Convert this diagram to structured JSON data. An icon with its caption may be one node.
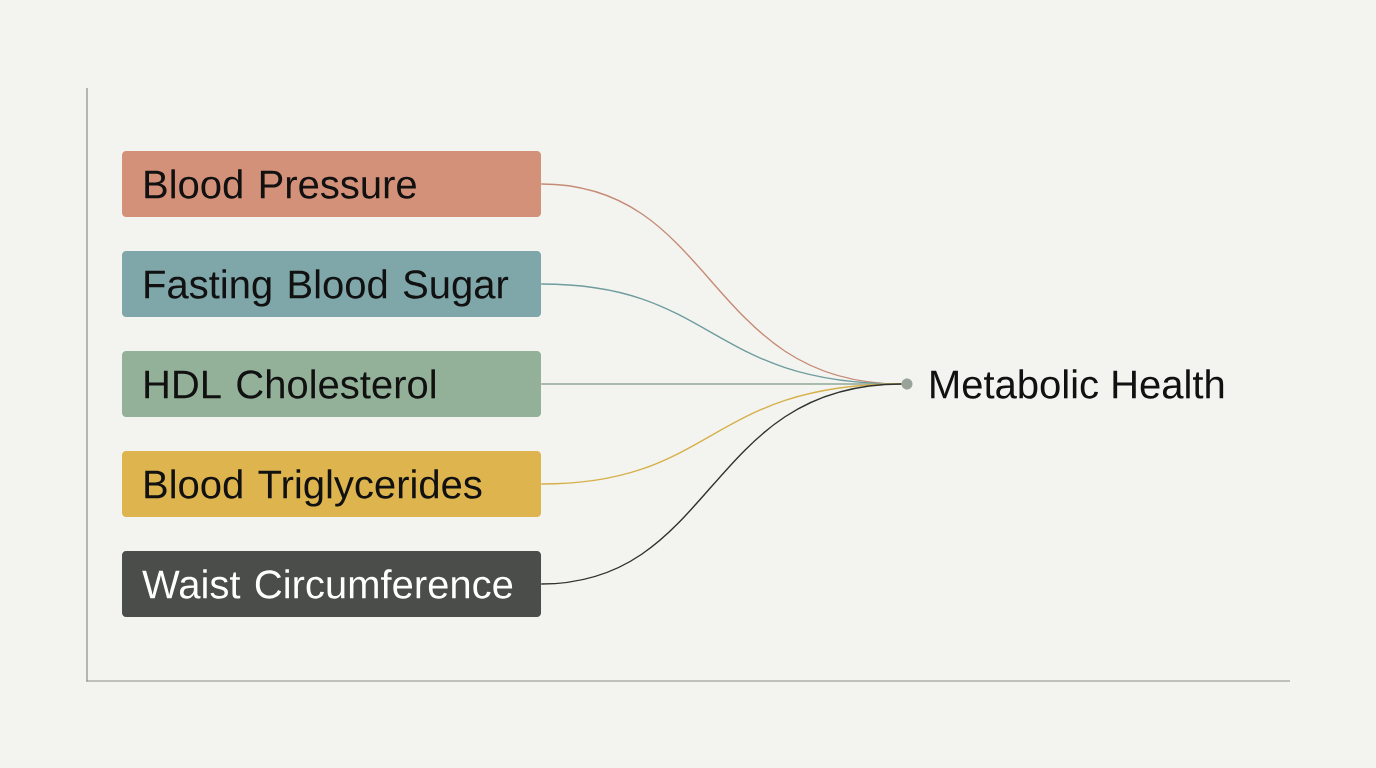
{
  "diagram": {
    "nodes": [
      {
        "text": [
          "Blood Pressure"
        ]
      },
      {
        "text": [
          "Fasting Blood Sugar"
        ]
      },
      {
        "text": [
          "HDL Cholesterol"
        ]
      },
      {
        "text": [
          "Blood Triglycerides"
        ]
      },
      {
        "text": [
          "Waist Circumference"
        ]
      },
      {
        "text": [],
        "shape": "circle",
        "beside": [
          "Metabolic Health"
        ]
      }
    ],
    "edges": [
      {
        "from": 0,
        "to": 5,
        "arrow": "none",
        "color": "#c68b76"
      },
      {
        "from": 1,
        "to": 5,
        "arrow": "none",
        "color": "#6f9c9e"
      },
      {
        "from": 2,
        "to": 5,
        "arrow": "none",
        "color": "#8fa896"
      },
      {
        "from": 3,
        "to": 5,
        "arrow": "none",
        "color": "#d6b04a"
      },
      {
        "from": 4,
        "to": 5,
        "arrow": "none",
        "color": "#2f332f"
      }
    ]
  }
}
